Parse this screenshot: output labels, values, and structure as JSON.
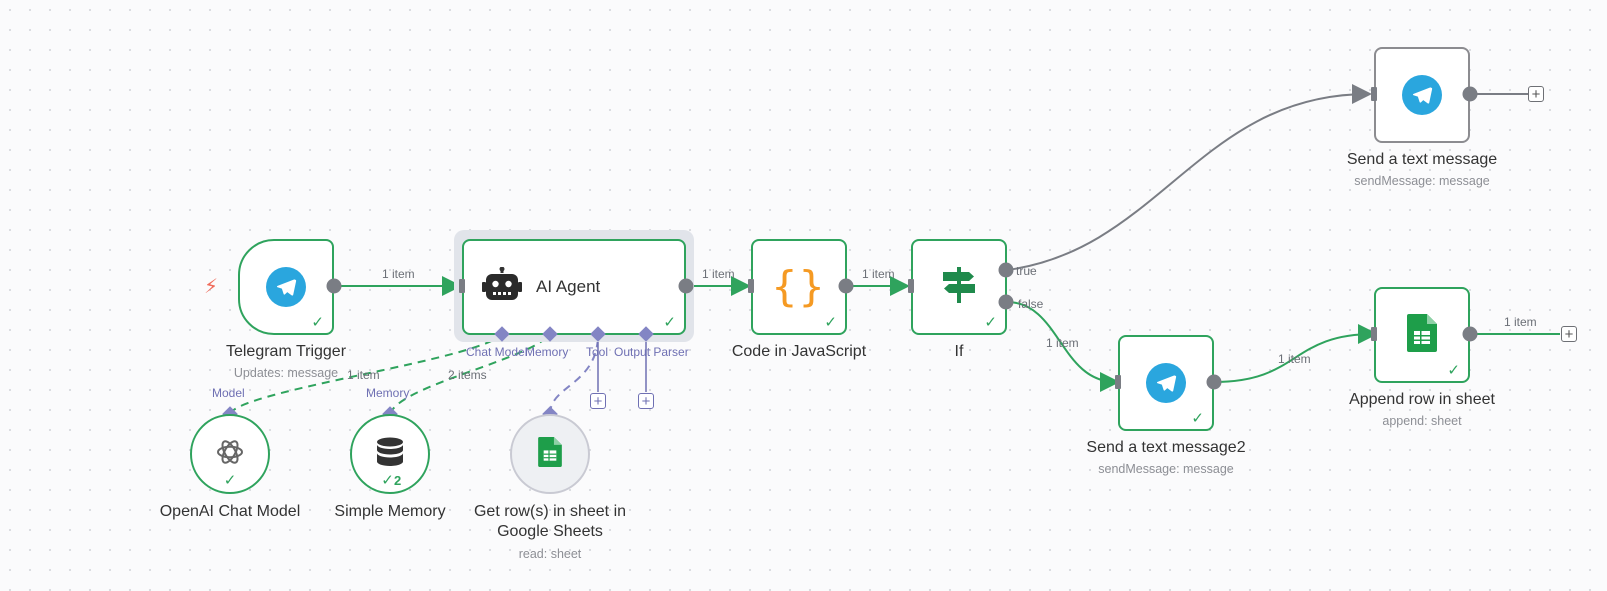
{
  "nodes": {
    "telegram_trigger": {
      "title": "Telegram Trigger",
      "subtitle": "Updates: message"
    },
    "ai_agent": {
      "title": "AI Agent"
    },
    "code": {
      "title": "Code in JavaScript"
    },
    "if": {
      "title": "If"
    },
    "send_text_message": {
      "title": "Send a text message",
      "subtitle": "sendMessage: message"
    },
    "send_text_message2": {
      "title": "Send a text message2",
      "subtitle": "sendMessage: message"
    },
    "append_row": {
      "title": "Append row in sheet",
      "subtitle": "append: sheet"
    },
    "openai_chat_model": {
      "title": "OpenAI Chat Model"
    },
    "simple_memory": {
      "title": "Simple Memory",
      "run_count": "2"
    },
    "get_rows": {
      "title": "Get row(s) in sheet in Google Sheets",
      "subtitle": "read: sheet"
    }
  },
  "sub_ports": {
    "chat_model": "Chat Model",
    "memory": "Memory",
    "tool": "Tool",
    "output_parser": "Output Parser",
    "model_in": "Model",
    "memory_in": "Memory"
  },
  "edges": {
    "trigger_to_agent": "1 item",
    "agent_to_code": "1 item",
    "code_to_if": "1 item",
    "if_false_to_send2": "1 item",
    "send2_to_append": "1 item",
    "append_out": "1 item",
    "model_to_agent": "1 item",
    "memory_to_agent": "2 items",
    "if_true": "true",
    "if_false": "false"
  },
  "colors": {
    "success": "#2fa35d",
    "sub_connection": "#8385c4",
    "telegram": "#2aa6de",
    "sheets": "#1e9e4a",
    "code_braces": "#f59a23",
    "trigger_bolt": "#f06c5b"
  },
  "icons": {
    "telegram": "paper-plane-icon",
    "agent": "robot-icon",
    "code": "curly-braces-icon",
    "if": "signpost-icon",
    "sheets": "spreadsheet-icon",
    "openai": "openai-logo-icon",
    "memory": "database-icon",
    "trigger": "lightning-bolt-icon"
  }
}
